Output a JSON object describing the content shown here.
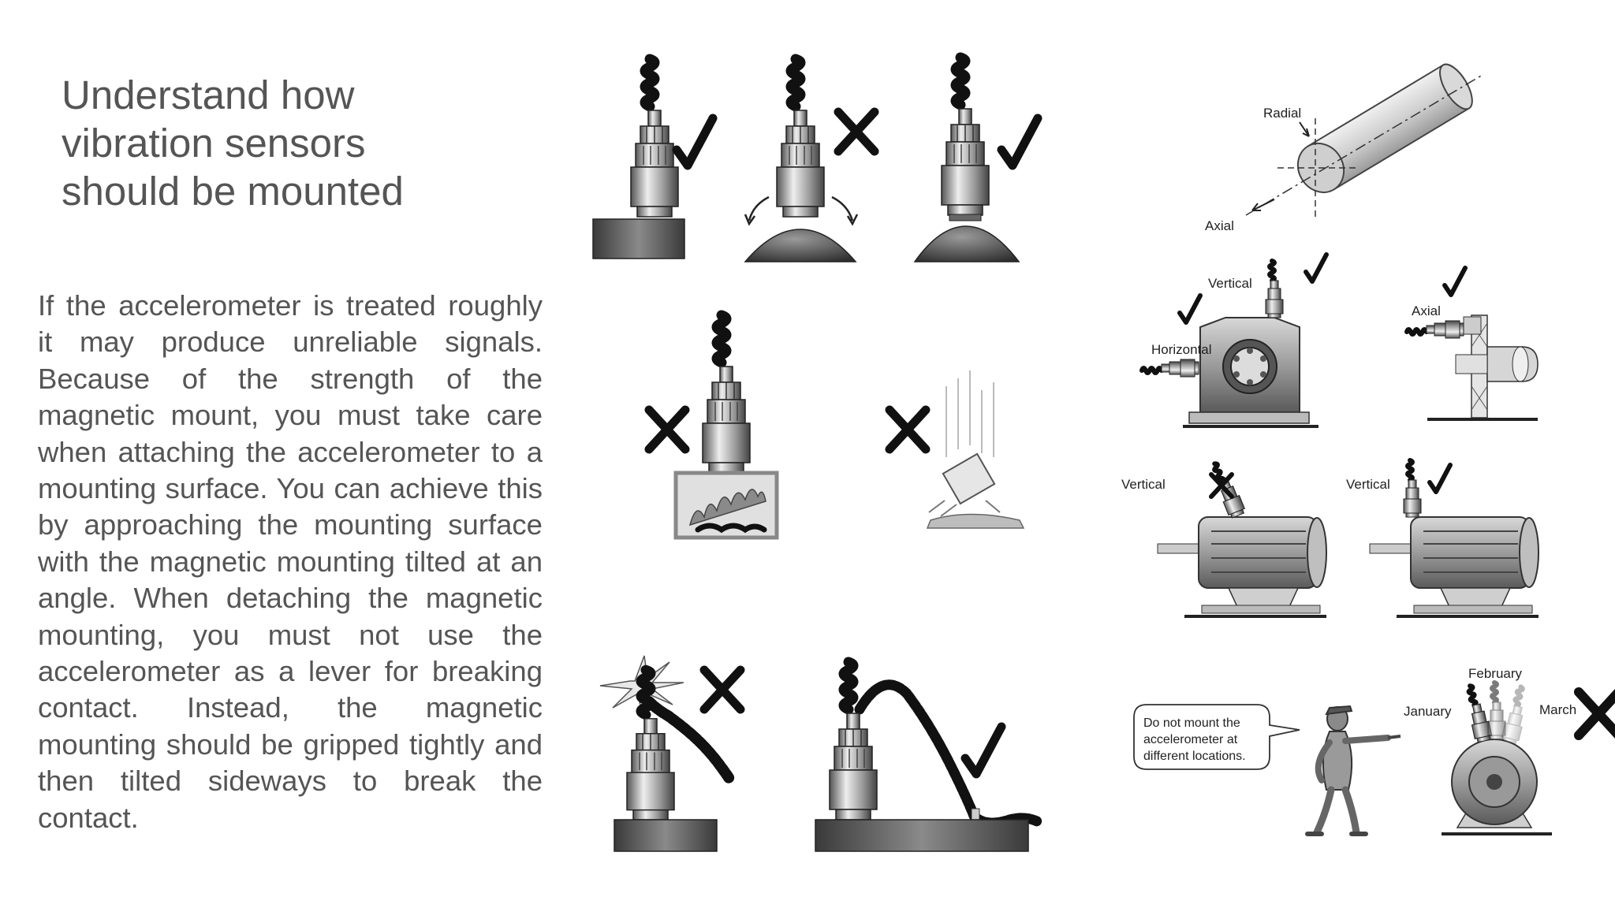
{
  "slide": {
    "title_lines": [
      "Understand how",
      "vibration sensors",
      "should be mounted"
    ],
    "body": "If the accelerometer is treated roughly it may produce unreliable signals. Because of the strength of the magnetic mount, you must take care when attaching the accelerometer to a mounting surface. You can achieve this by approaching the mounting surface with the magnetic mounting tilted at an angle. When detaching the magnetic mounting, you must not use the accelerometer as a lever for breaking contact. Instead, the magnetic mounting should be gripped tightly and then tilted sideways to break the contact."
  },
  "diagram_labels": {
    "radial": "Radial",
    "axial_pipe": "Axial",
    "vertical_bearing": "Vertical",
    "horizontal_bearing": "Horizontal",
    "axial_coupling": "Axial",
    "vertical_motor_bad": "Vertical",
    "vertical_motor_good": "Vertical",
    "speech_line1": "Do not mount the",
    "speech_line2": "accelerometer at",
    "speech_line3": "different locations.",
    "january": "January",
    "february": "February",
    "march": "March"
  },
  "marks": {
    "check": "check-mark",
    "cross": "cross-mark"
  }
}
